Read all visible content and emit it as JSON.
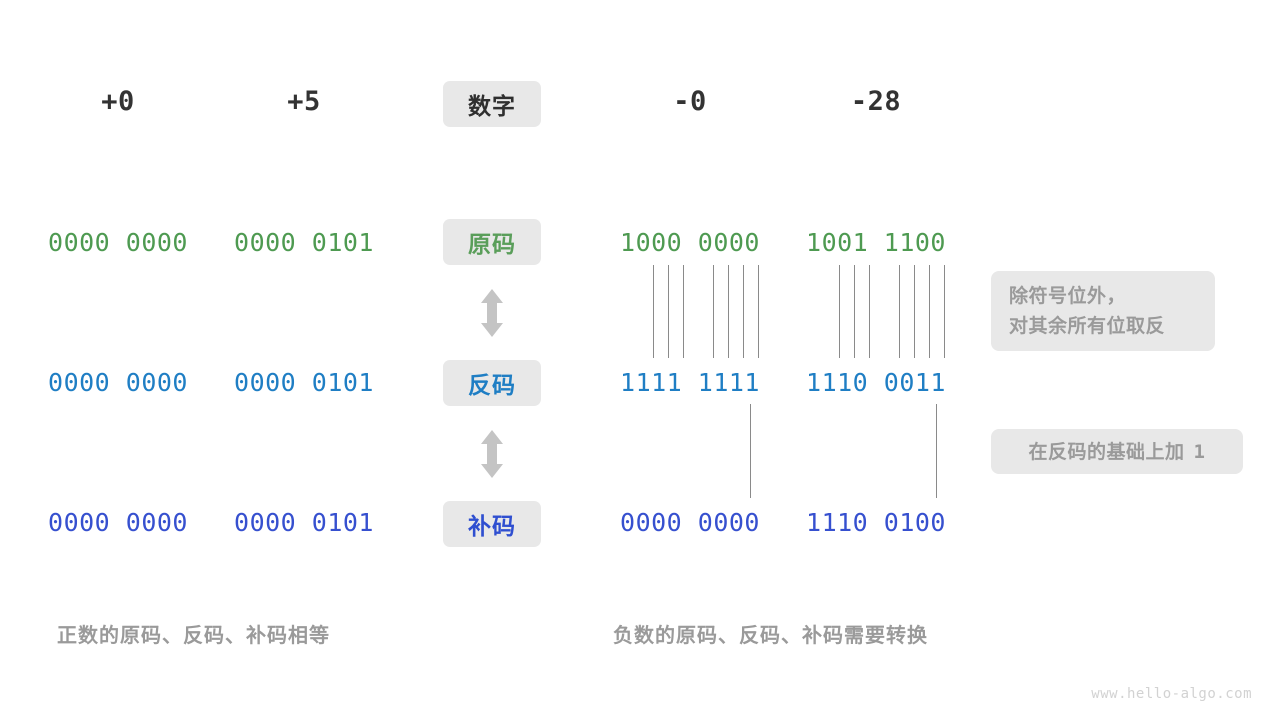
{
  "headers": {
    "col_pos": [
      "+0",
      "+5",
      "-0",
      "-28"
    ],
    "center_label": "数字"
  },
  "rows": [
    {
      "label": "原码",
      "color": "#4e9a51",
      "values": {
        "plus0": "0000 0000",
        "plus5": "0000 0101",
        "minus0": "1000 0000",
        "minus28": "1001 1100"
      }
    },
    {
      "label": "反码",
      "color": "#1f7ec4",
      "values": {
        "plus0": "0000 0000",
        "plus5": "0000 0101",
        "minus0": "1111 1111",
        "minus28": "1110 0011"
      }
    },
    {
      "label": "补码",
      "color": "#3650cf",
      "values": {
        "plus0": "0000 0000",
        "plus5": "0000 0101",
        "minus0": "0000 0000",
        "minus28": "1110 0100"
      }
    }
  ],
  "notes": {
    "invert": "除符号位外，\n对其余所有位取反",
    "invert_line1": "除符号位外，",
    "invert_line2": "对其余所有位取反",
    "plus_one_text": "在反码的基础上加",
    "plus_one_value": "1"
  },
  "captions": {
    "left": "正数的原码、反码、补码相等",
    "right": "负数的原码、反码、补码需要转换"
  },
  "watermark": "www.hello-algo.com",
  "palette": {
    "chip_bg": "#e8e8e8",
    "note_bg": "#e8e8e8",
    "note_text": "#9a9a9a",
    "line": "#8a8a8a",
    "arrow": "#c4c4c4",
    "green": "#4e9a51",
    "blue": "#1f7ec4",
    "indigo": "#3650cf",
    "dark": "#333333",
    "watermark": "#d2d2d2"
  }
}
